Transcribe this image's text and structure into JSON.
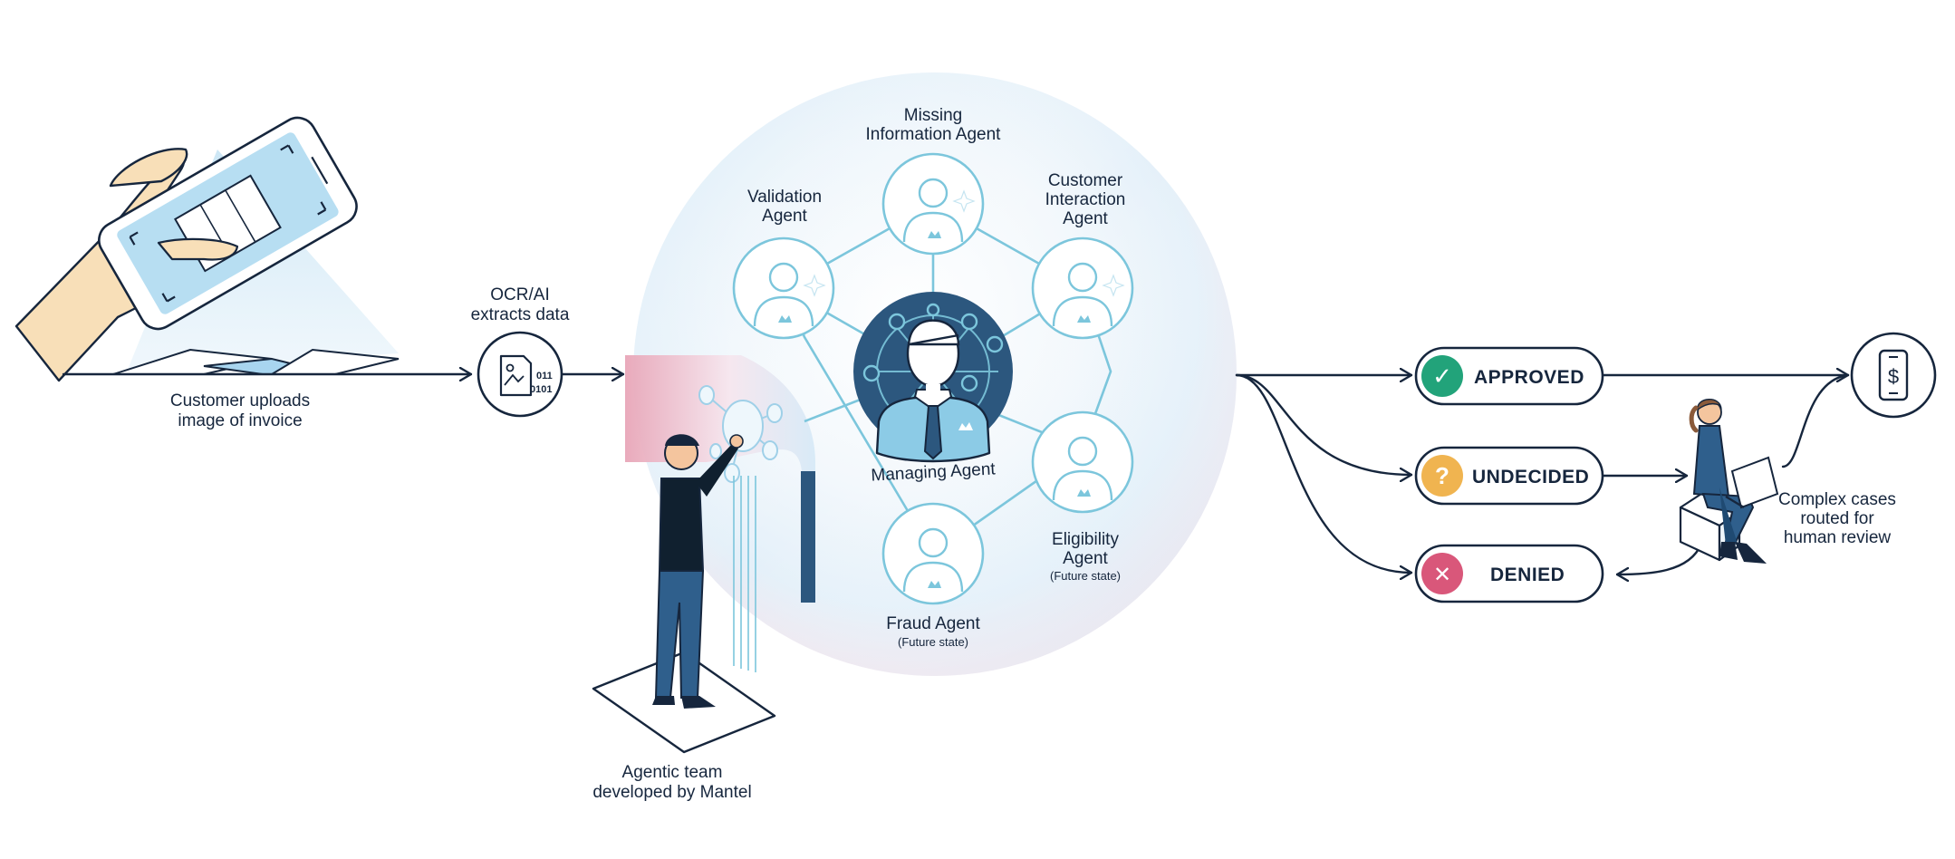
{
  "labels": {
    "upload": [
      "Customer uploads",
      "image of invoice"
    ],
    "ocr": [
      "OCR/AI",
      "extracts data"
    ],
    "team": [
      "Agentic team",
      "developed by Mantel"
    ],
    "human": [
      "Complex cases",
      "routed for",
      "human review"
    ]
  },
  "agents": {
    "managing": "Managing Agent",
    "missing": [
      "Missing",
      "Information Agent"
    ],
    "validation": [
      "Validation",
      "Agent"
    ],
    "customer": [
      "Customer",
      "Interaction",
      "Agent"
    ],
    "eligibility": [
      "Eligibility",
      "Agent"
    ],
    "eligibility_note": "(Future state)",
    "fraud": "Fraud Agent",
    "fraud_note": "(Future state)"
  },
  "outcomes": [
    {
      "label": "APPROVED",
      "symbol": "✓",
      "color": "#22a37a"
    },
    {
      "label": "UNDECIDED",
      "symbol": "?",
      "color": "#f0b450"
    },
    {
      "label": "DENIED",
      "symbol": "✕",
      "color": "#d9577a"
    }
  ],
  "icons": {
    "ocr": "document-scan-icon",
    "payment": "mobile-payment-icon"
  },
  "colors": {
    "navy": "#16263d",
    "agent_blue": "#7cc6dc",
    "managing_circle": "#2c577e",
    "pale_blue": "#d7ecf7",
    "pale_pink": "#f7dde6"
  }
}
